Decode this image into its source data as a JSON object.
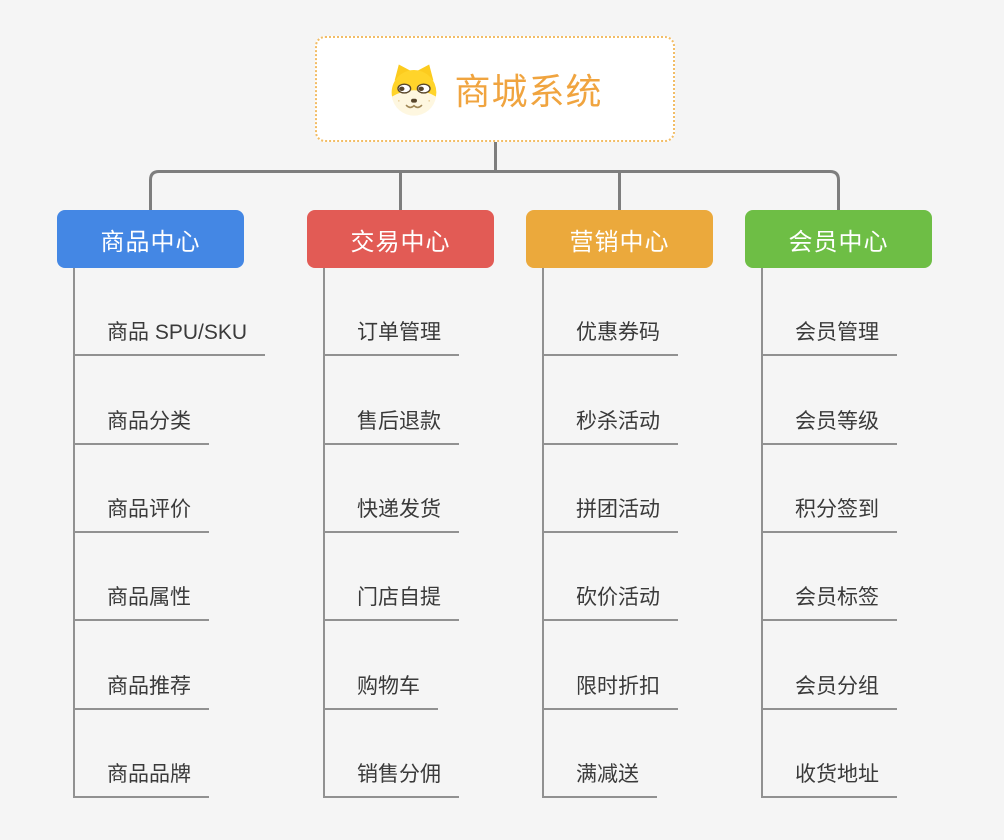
{
  "root": {
    "title": "商城系统",
    "icon": "doge-icon"
  },
  "branches": [
    {
      "label": "商品中心",
      "color": "#4487e4",
      "children": [
        "商品 SPU/SKU",
        "商品分类",
        "商品评价",
        "商品属性",
        "商品推荐",
        "商品品牌"
      ]
    },
    {
      "label": "交易中心",
      "color": "#e25b55",
      "children": [
        "订单管理",
        "售后退款",
        "快递发货",
        "门店自提",
        "购物车",
        "销售分佣"
      ]
    },
    {
      "label": "营销中心",
      "color": "#eba93c",
      "children": [
        "优惠券码",
        "秒杀活动",
        "拼团活动",
        "砍价活动",
        "限时折扣",
        "满减送"
      ]
    },
    {
      "label": "会员中心",
      "color": "#6ebe45",
      "children": [
        "会员管理",
        "会员等级",
        "积分签到",
        "会员标签",
        "会员分组",
        "收货地址"
      ]
    }
  ],
  "colors": {
    "canvas_bg": "#f5f5f5",
    "root_bg": "#ffffff",
    "root_border": "#f2bd66",
    "root_title": "#f0a43f",
    "top_connector": "#7e7e7e",
    "child_line": "#919191",
    "child_text": "#3a3a3a",
    "branch_text": "#ffffff"
  }
}
